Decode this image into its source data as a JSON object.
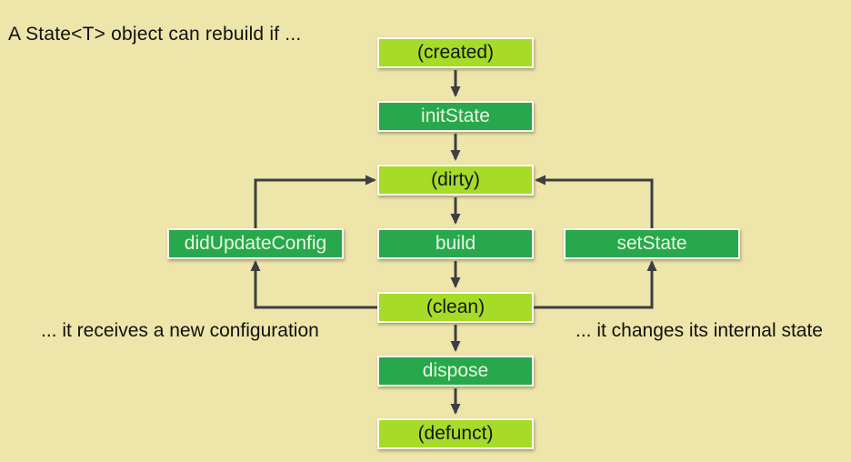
{
  "title": "A State<T> object can rebuild if ...",
  "annotations": {
    "left": "... it receives a new configuration",
    "right": "... it changes its internal state"
  },
  "nodes": {
    "created": {
      "label": "(created)",
      "kind": "state"
    },
    "init_state": {
      "label": "initState",
      "kind": "method"
    },
    "dirty": {
      "label": "(dirty)",
      "kind": "state"
    },
    "did_update_config": {
      "label": "didUpdateConfig",
      "kind": "method"
    },
    "build": {
      "label": "build",
      "kind": "method"
    },
    "set_state": {
      "label": "setState",
      "kind": "method"
    },
    "clean": {
      "label": "(clean)",
      "kind": "state"
    },
    "dispose": {
      "label": "dispose",
      "kind": "method"
    },
    "defunct": {
      "label": "(defunct)",
      "kind": "state"
    }
  },
  "edges": [
    {
      "from": "created",
      "to": "initState"
    },
    {
      "from": "initState",
      "to": "dirty"
    },
    {
      "from": "dirty",
      "to": "build"
    },
    {
      "from": "build",
      "to": "clean"
    },
    {
      "from": "clean",
      "to": "dispose"
    },
    {
      "from": "dispose",
      "to": "defunct"
    },
    {
      "from": "clean",
      "to": "didUpdateConfig"
    },
    {
      "from": "didUpdateConfig",
      "to": "dirty"
    },
    {
      "from": "clean",
      "to": "setState"
    },
    {
      "from": "setState",
      "to": "dirty"
    }
  ],
  "colors": {
    "background": "#EDE5AA",
    "state_fill": "#A6DB28",
    "method_fill": "#28A84C",
    "state_text": "#151515",
    "method_text": "#EAF7E3",
    "arrow": "#3B3F42",
    "box_border": "#FCFBEF",
    "title_text": "#111111"
  }
}
